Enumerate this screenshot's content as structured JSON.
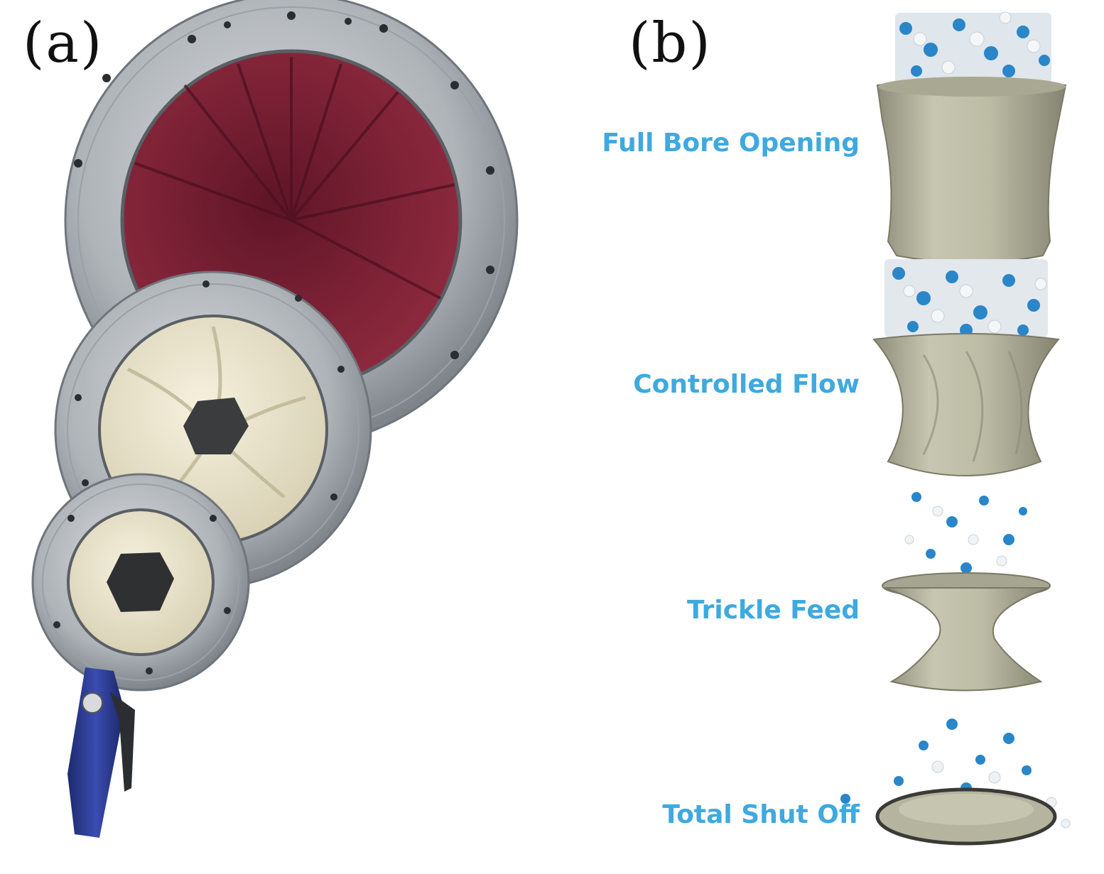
{
  "panels": [
    {
      "label": "(a)"
    },
    {
      "label": "(b)"
    }
  ],
  "stages": [
    {
      "label": "Full Bore Opening"
    },
    {
      "label": "Controlled Flow"
    },
    {
      "label": "Trickle Feed"
    },
    {
      "label": "Total Shut Off"
    }
  ],
  "colors": {
    "stage_label": "#3fa9e0",
    "flange_metal": "#b4b8bd",
    "red_membrane": "#7a1f33",
    "cream_membrane": "#ece6cf",
    "sleeve": "#b8b8a0",
    "handle": "#2b3a8c",
    "particle_blue": "#2a86c8",
    "particle_white": "#e8ecef"
  }
}
